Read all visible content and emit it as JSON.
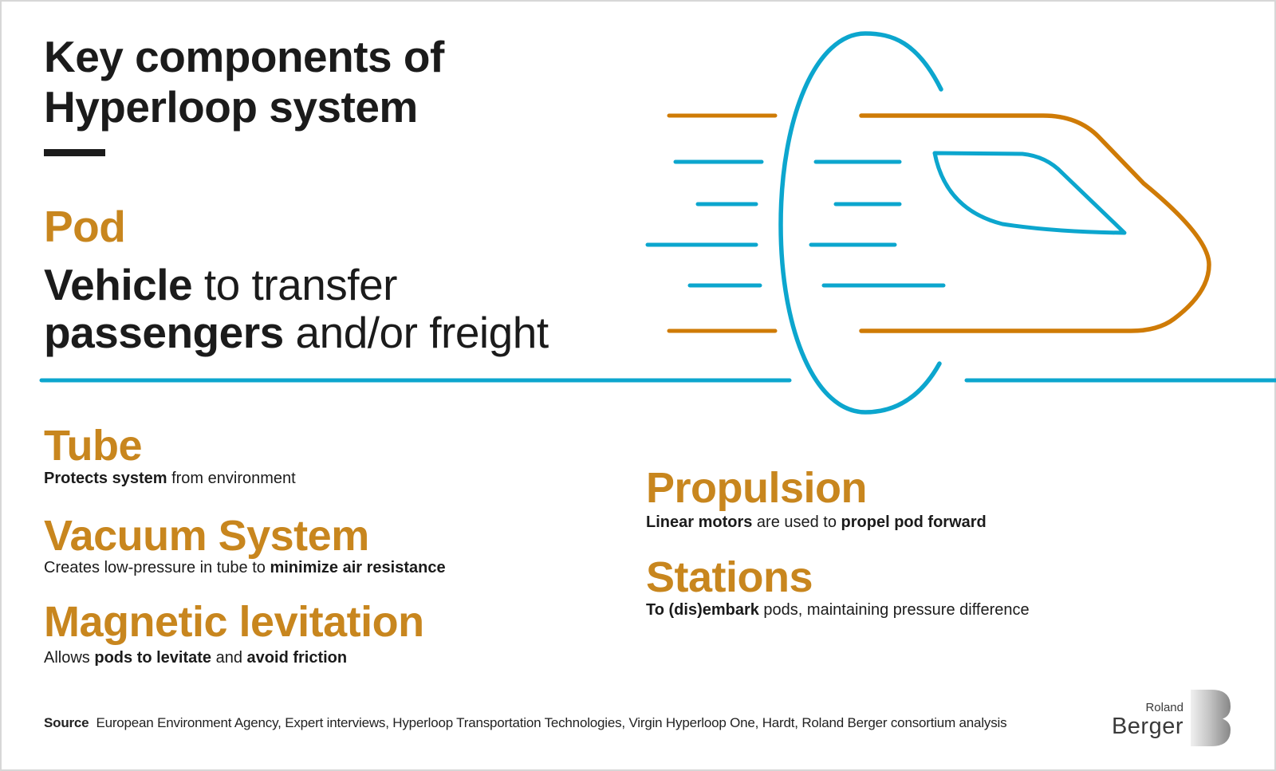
{
  "colors": {
    "heading_orange": "#C8861E",
    "illustration_orange": "#CF7B06",
    "illustration_blue": "#0CA6CE",
    "text_black": "#1B1B1B"
  },
  "header": {
    "title_line1": "Key components of",
    "title_line2": "Hyperloop system"
  },
  "pod": {
    "heading": "Pod",
    "line1_bold": "Vehicle",
    "line1_rest": " to transfer",
    "line2_bold": "passengers",
    "line2_rest": " and/or freight"
  },
  "sections_left": [
    {
      "heading": "Tube",
      "seg1_bold": "Protects system",
      "seg2": " from environment"
    },
    {
      "heading": "Vacuum System",
      "seg1": "Creates low-pressure in tube to ",
      "seg2_bold": "minimize air resistance"
    },
    {
      "heading": "Magnetic levitation",
      "seg1": "Allows ",
      "seg2_bold": "pods to levitate",
      "seg3": " and ",
      "seg4_bold": "avoid friction"
    }
  ],
  "sections_right": [
    {
      "heading": "Propulsion",
      "seg1_bold": "Linear motors",
      "seg2": " are used to ",
      "seg3_bold": "propel pod forward"
    },
    {
      "heading": "Stations",
      "seg1_bold": "To (dis)embark",
      "seg2": " pods, maintaining pressure difference"
    }
  ],
  "footer": {
    "source_label": "Source",
    "source_text": "European Environment Agency, Expert interviews, Hyperloop Transportation Technologies, Virgin Hyperloop One, Hardt, Roland Berger consortium analysis"
  },
  "logo": {
    "top": "Roland",
    "bottom": "Berger"
  }
}
